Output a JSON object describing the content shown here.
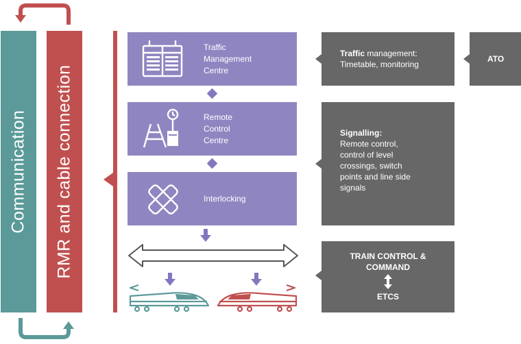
{
  "colors": {
    "communication": "#5b9a98",
    "rmr": "#c0504f",
    "purple": "#8f86c1",
    "connector": "#8477be",
    "gray": "#676767"
  },
  "left_bars": {
    "communication": "Communication",
    "rmr": "RMR and cable connection"
  },
  "layers": [
    {
      "id": "tmc",
      "label_lines": [
        "Traffic",
        "Management",
        "Centre"
      ],
      "icon": "timetable-board-icon"
    },
    {
      "id": "rcc",
      "label_lines": [
        "Remote",
        "Control",
        "Centre"
      ],
      "icon": "track-signal-icon"
    },
    {
      "id": "ixl",
      "label_lines": [
        "Interlocking"
      ],
      "icon": "interlocking-cross-icon"
    }
  ],
  "info_boxes": {
    "traffic": {
      "bold": "Traffic",
      "rest": " management:",
      "line2": "Timetable, monitoring"
    },
    "ato": {
      "label": "ATO"
    },
    "signalling": {
      "title": "Signalling:",
      "lines": [
        "Remote control,",
        "control of level",
        "crossings, switch",
        "points and line side",
        "signals"
      ]
    },
    "train_control": {
      "line1": "TRAIN CONTROL &",
      "line2": "COMMAND",
      "line3": "ETCS"
    }
  },
  "icons": {
    "communication_loop": "loop-arrow-icon",
    "rmr_loop": "loop-arrow-icon",
    "track_arrow": "double-headed-arrow-icon",
    "train_teal": "high-speed-train-icon",
    "train_red": "high-speed-train-icon",
    "etcs_arrow": "vertical-double-arrow-icon"
  }
}
